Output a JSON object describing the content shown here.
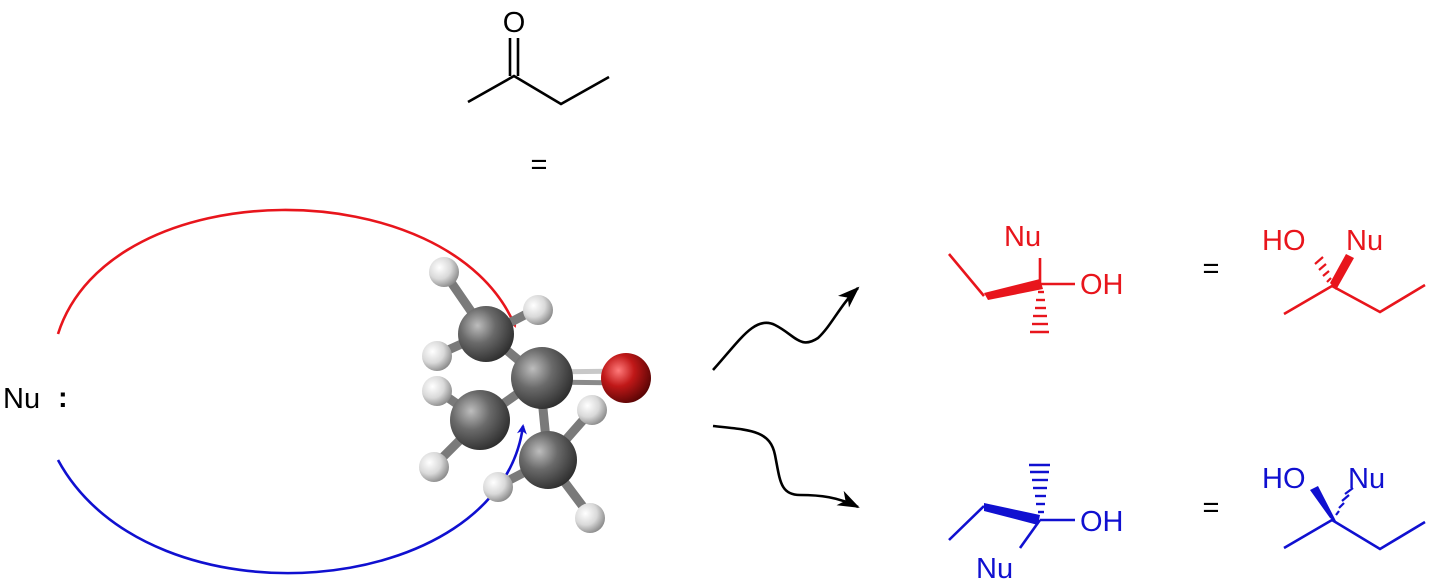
{
  "ketone": {
    "oxygen_label": "O",
    "equals": "="
  },
  "nucleophile": {
    "label": "Nu",
    "lone_pair": ":"
  },
  "colors": {
    "re_face": "#e8151c",
    "si_face": "#1010d0",
    "carbon": "#5f5f5f",
    "hydrogen": "#e6e6e6",
    "oxygen": "#b01010"
  },
  "products": {
    "red": {
      "nu_label": "Nu",
      "oh_label": "OH",
      "equals": "=",
      "alt_ho_label": "HO",
      "alt_nu_label": "Nu"
    },
    "blue": {
      "nu_label": "Nu",
      "oh_label": "OH",
      "equals": "=",
      "alt_ho_label": "HO",
      "alt_nu_label": "Nu"
    }
  }
}
